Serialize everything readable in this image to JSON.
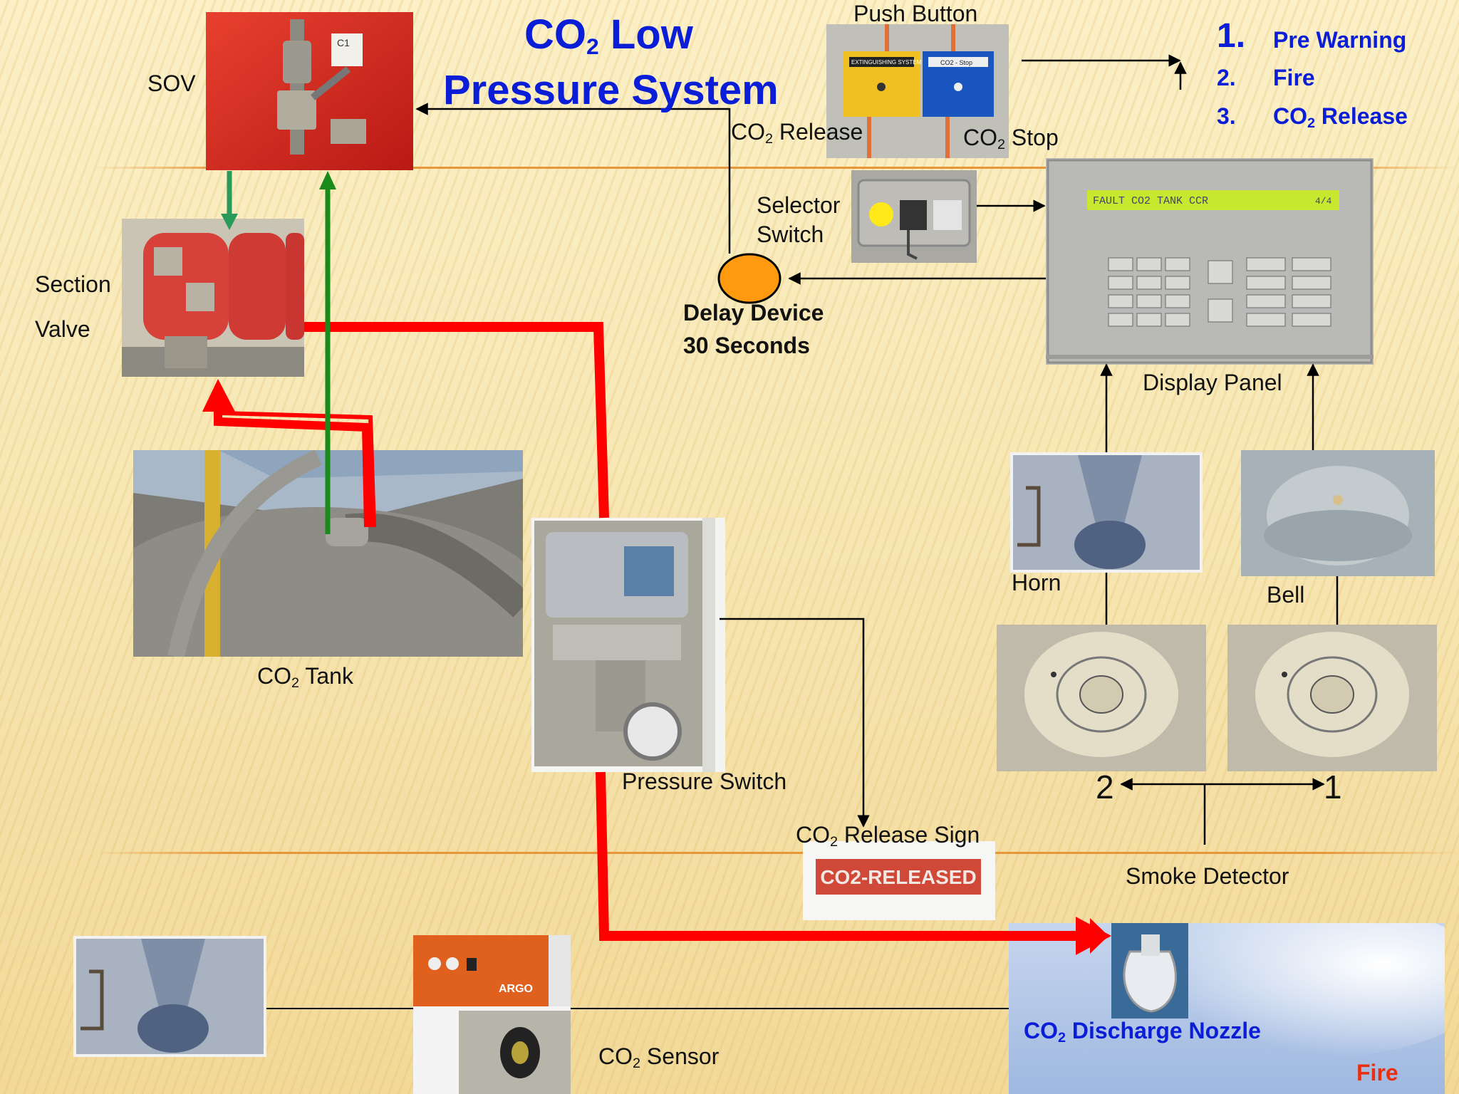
{
  "title": {
    "line1_pre": "CO",
    "line1_sub": "2",
    "line1_post": " Low",
    "line2": "Pressure System"
  },
  "labels": {
    "sov": "SOV",
    "section_line1": "Section",
    "section_line2": "Valve",
    "tank_pre": "CO",
    "tank_sub": "2",
    "tank_post": " Tank",
    "push_button": "Push Button",
    "release_pre": "CO",
    "release_sub": "2",
    "release_post": " Release",
    "stop_pre": "CO",
    "stop_sub": "2",
    "stop_post": " Stop",
    "selector_line1": "Selector",
    "selector_line2": "Switch",
    "delay_line1": "Delay Device",
    "delay_line2": "30 Seconds",
    "display_panel": "Display Panel",
    "horn": "Horn",
    "bell": "Bell",
    "pressure_switch": "Pressure Switch",
    "sign_pre": "CO",
    "sign_sub": "2",
    "sign_post": " Release Sign",
    "smoke_detector": "Smoke Detector",
    "detector_2": "2",
    "detector_1": "1",
    "sensor_pre": "CO",
    "sensor_sub": "2",
    "sensor_post": " Sensor",
    "nozzle_pre": "CO",
    "nozzle_sub": "2",
    "nozzle_post": " Discharge Nozzle",
    "fire": "Fire"
  },
  "sequence": [
    {
      "num": "1.",
      "text_pre": "Pre Warning",
      "text_sub": "",
      "text_post": ""
    },
    {
      "num": "2.",
      "text_pre": "Fire",
      "text_sub": "",
      "text_post": ""
    },
    {
      "num": "3.",
      "text_pre": "CO",
      "text_sub": "2",
      "text_post": " Release"
    }
  ],
  "photo_text": {
    "sov_tag": "C1",
    "push_yellow": "EXTINGUISHING SYSTEM",
    "push_blue": "CO2 - Stop",
    "display_screen": "FAULT  CO2  TANK  CCR",
    "display_page": "4/4",
    "sign_text": "CO2-RELEASED",
    "sensor_brand": "ARGO"
  },
  "colors": {
    "title_blue": "#0a1ed8",
    "pipe_red": "#ff0000",
    "pipe_green": "#1a8a1a",
    "fire_red": "#e83010",
    "delay_orange": "#ff9a10"
  }
}
